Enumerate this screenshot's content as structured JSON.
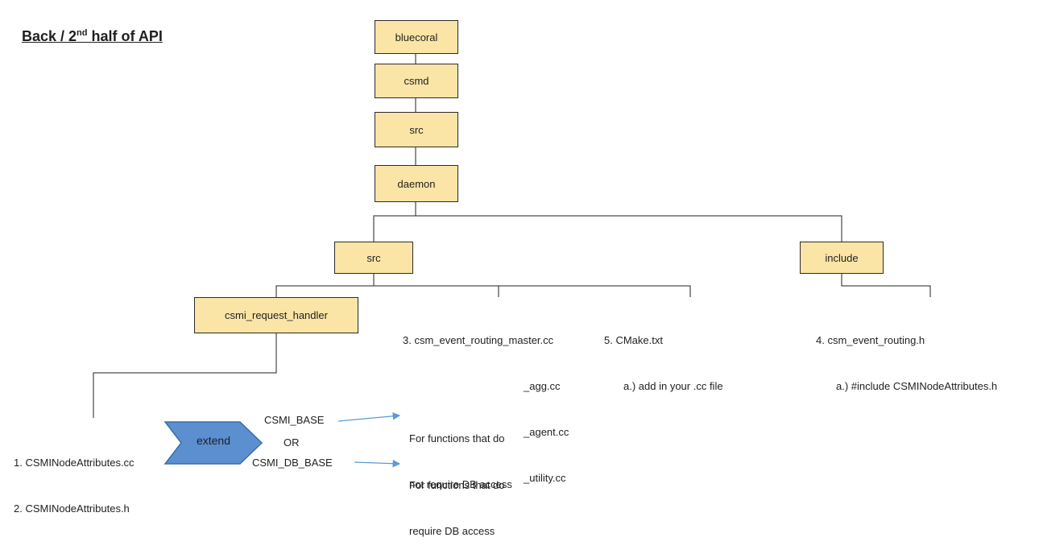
{
  "title": {
    "prefix": "Back / 2",
    "sup": "nd",
    "suffix": " half of API"
  },
  "tree": {
    "bluecoral": "bluecoral",
    "csmd": "csmd",
    "src_top": "src",
    "daemon": "daemon",
    "src": "src",
    "include": "include",
    "request_handler": "csmi_request_handler"
  },
  "notes": {
    "routing_master": [
      "3. csm_event_routing_master.cc",
      "_agg.cc",
      "_agent.cc",
      "_utility.cc"
    ],
    "cmake": [
      "5. CMake.txt",
      "a.) add in your .cc file"
    ],
    "routing_h": [
      "4. csm_event_routing.h",
      "a.) #include CSMINodeAttributes.h"
    ],
    "files": [
      "1. CSMINodeAttributes.cc",
      "2. CSMINodeAttributes.h"
    ]
  },
  "extend_label": "extend",
  "base_options": {
    "base": "CSMI_BASE",
    "or": "OR",
    "db_base": "CSMI_DB_BASE"
  },
  "descriptions": {
    "base": [
      "For functions that do",
      "not require DB access"
    ],
    "db_base": [
      "For functions that do",
      "require DB access"
    ]
  },
  "colors": {
    "node_fill": "#fbe5a6",
    "arrow_fill": "#5b8fcf",
    "line": "#5b9bd5"
  }
}
